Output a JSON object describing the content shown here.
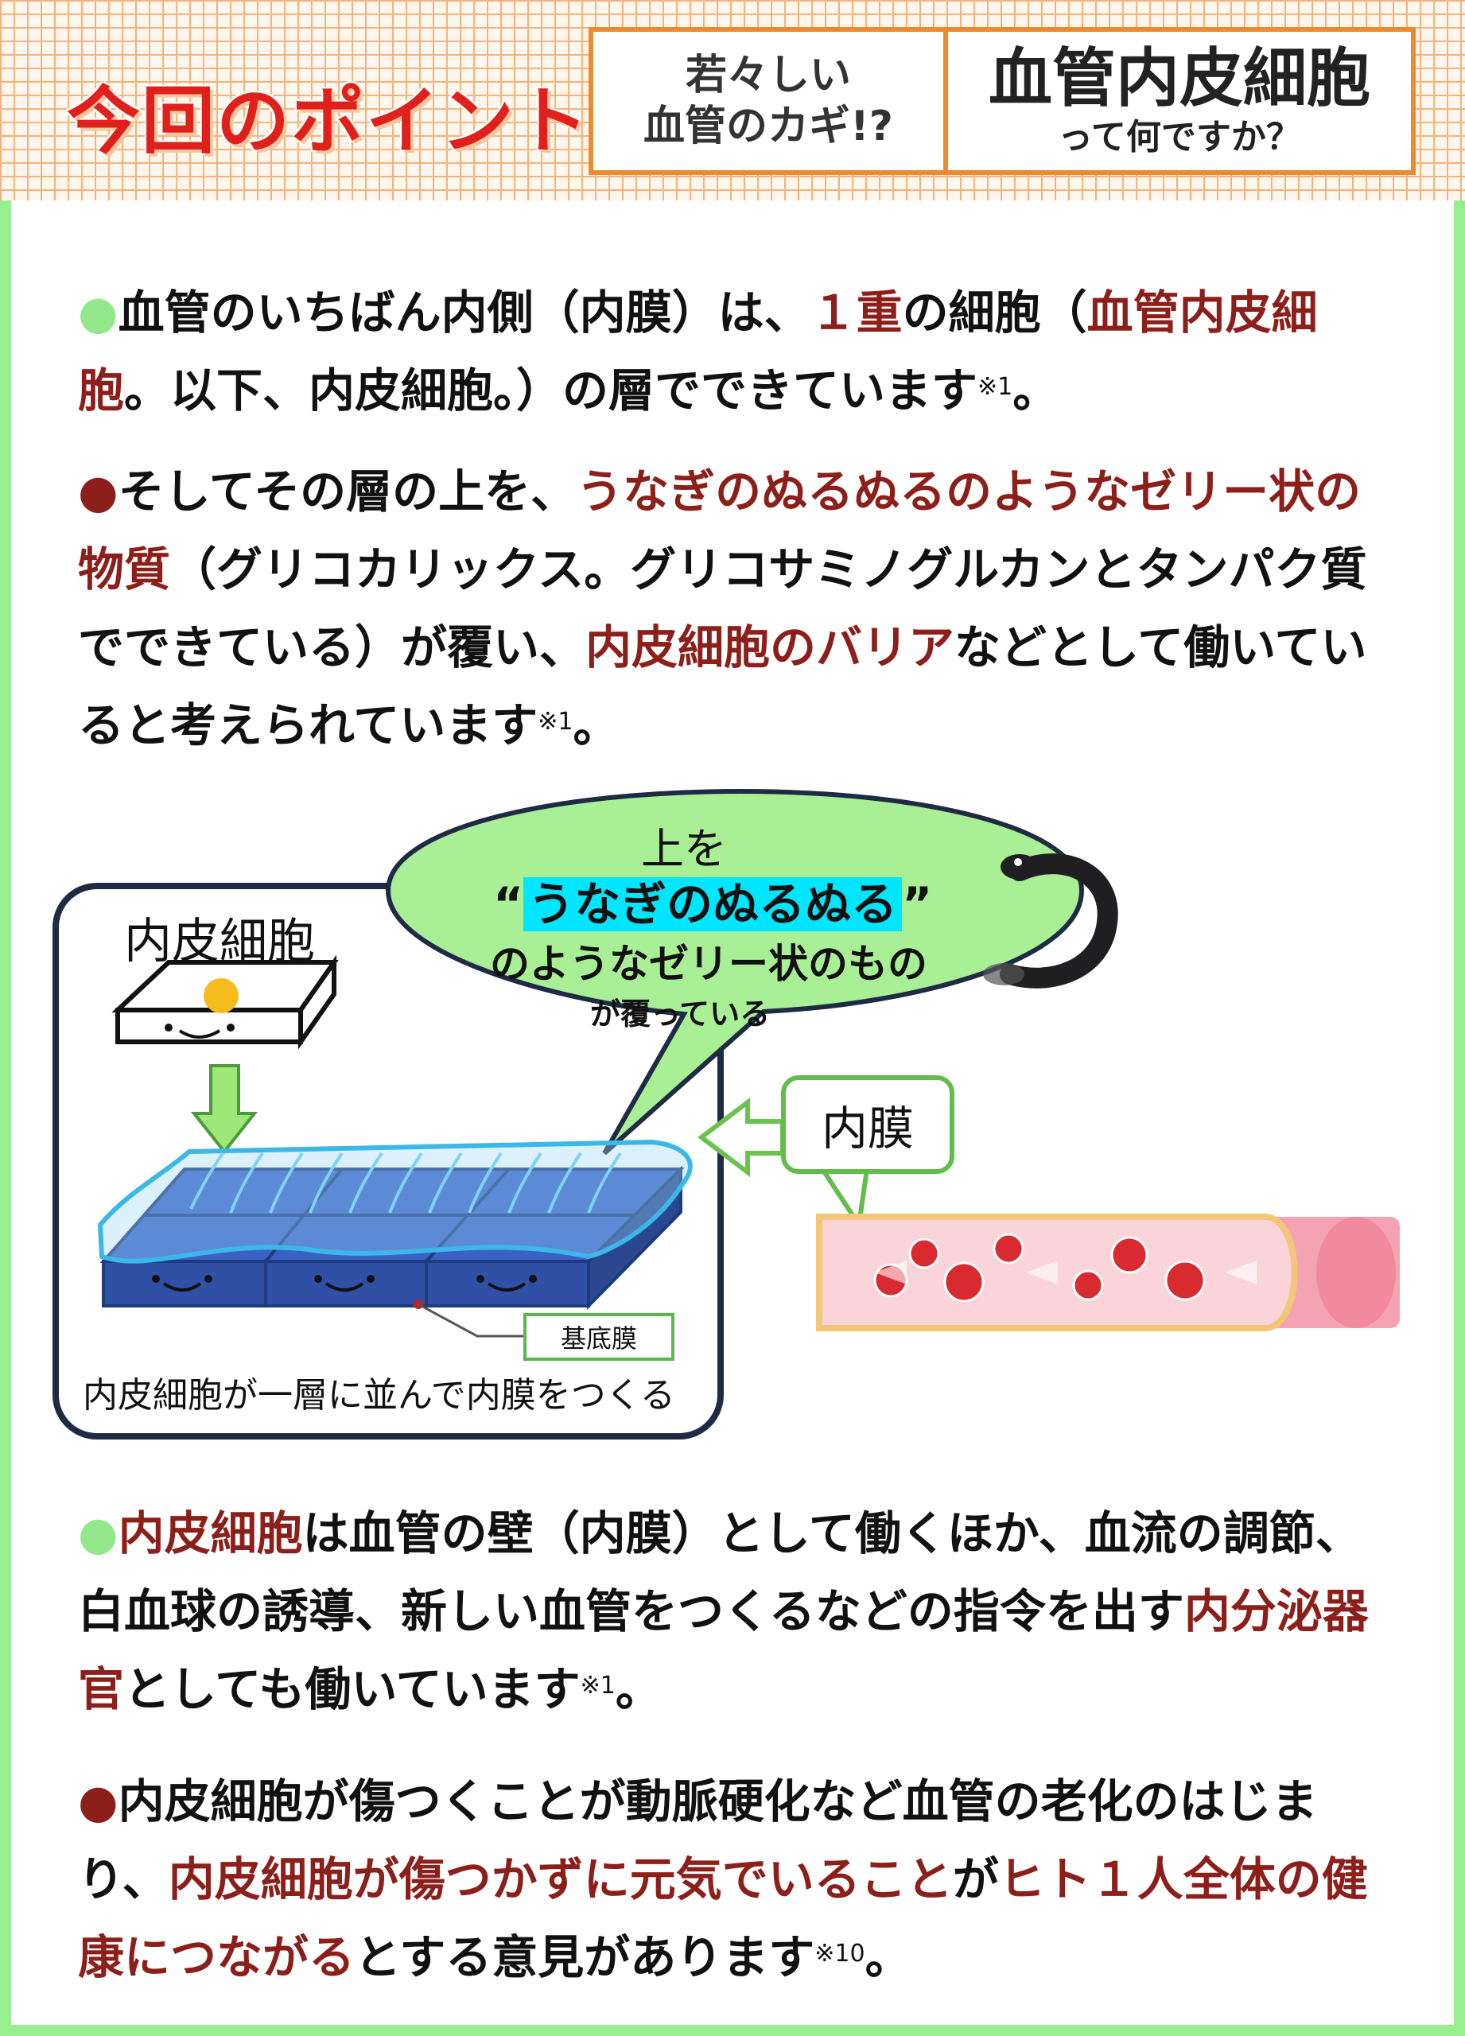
{
  "header": {
    "title": "今回のポイント",
    "badge_left_line1": "若々しい",
    "badge_left_line2": "血管のカギ!?",
    "badge_right_main": "血管内皮細胞",
    "badge_right_sub": "って何ですか？"
  },
  "bullets": {
    "green": "●",
    "red": "●"
  },
  "p1": {
    "a": "血管のいちばん内側（内膜）は、",
    "b": "１重",
    "c": "の細胞（",
    "d": "血管内皮細胞",
    "e": "。以下、内皮細胞。）の層でできています",
    "ref": "※1",
    "end": "。"
  },
  "p2": {
    "a": "そしてその層の上を、",
    "b": "うなぎのぬるぬるのようなゼリー状の物質",
    "c": "（グリコカリックス。グリコサミノグルカンとタンパク質でできている）が覆い、",
    "d": "内皮細胞のバリア",
    "e": "などとして働いていると考えられています",
    "ref": "※1",
    "end": "。"
  },
  "diagram": {
    "panel_title": "内皮細胞",
    "caption": "内皮細胞が一層に並んで内膜をつくる",
    "kitei": "基底膜",
    "bubble_line1": "上を",
    "bubble_line2_q1": "“",
    "bubble_line2": "うなぎのぬるぬる",
    "bubble_line2_q2": "”",
    "bubble_line3": "のようなゼリー状のもの",
    "bubble_line4": "が覆っている",
    "naimaku": "内膜"
  },
  "p3": {
    "a": "内皮細胞",
    "b": "は血管の壁（内膜）として働くほか、血流の調節、白血球の誘導、新しい血管をつくるなどの指令を出す",
    "c": "内分泌器官",
    "d": "としても働いています",
    "ref": "※1",
    "end": "。"
  },
  "p4": {
    "a": "内皮細胞が傷つくことが動脈硬化など血管の老化のはじまり、",
    "b": "内皮細胞が傷つかずに元気でいること",
    "c": "が",
    "d": "ヒト１人全体の健康につながる",
    "e": "とする意見があります",
    "ref": "※10",
    "end": "。"
  },
  "colors": {
    "accent_red": "#8d1f1a",
    "header_red": "#e0201a",
    "frame_green": "#98ef90",
    "badge_orange": "#ee8a2c"
  }
}
